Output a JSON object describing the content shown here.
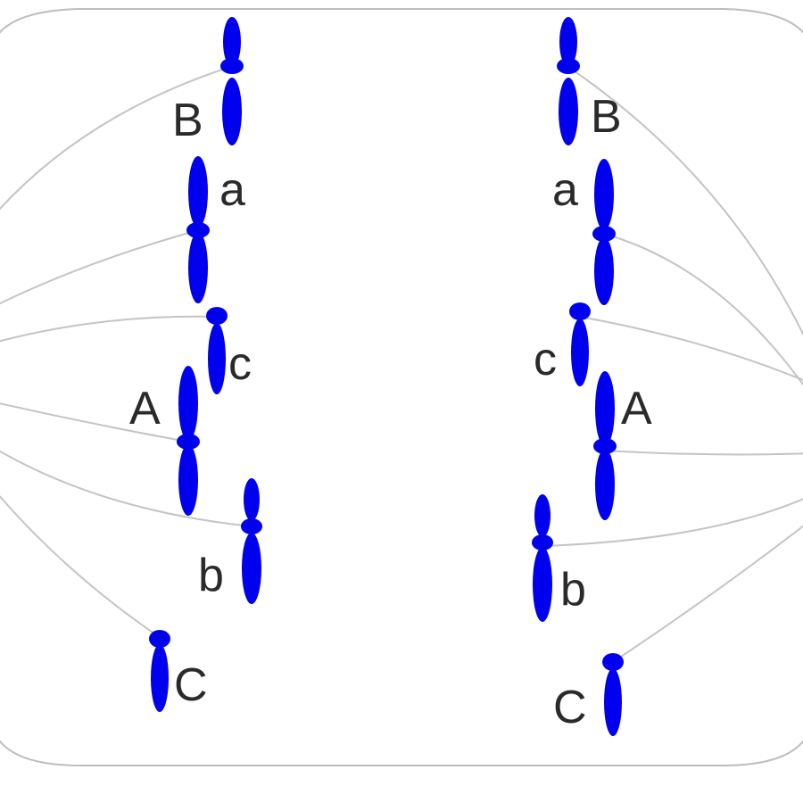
{
  "colors": {
    "chromosome": "#0000ee",
    "spindle": "#c4c4c4",
    "membrane": "#bdbdbd",
    "label": "#2a2a2a"
  },
  "left_group": {
    "labels": [
      "B",
      "a",
      "c",
      "A",
      "b",
      "C"
    ]
  },
  "right_group": {
    "labels": [
      "B",
      "a",
      "c",
      "A",
      "b",
      "C"
    ]
  }
}
